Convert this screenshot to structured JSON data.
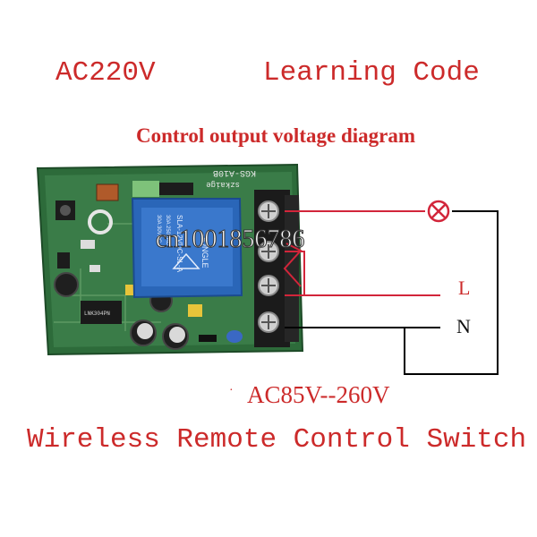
{
  "texts": {
    "voltage": "AC220V",
    "mode": "Learning Code",
    "subtitle": "Control output voltage diagram",
    "range": "AC85V--260V",
    "product": "Wireless Remote Control Switch",
    "dot": "·"
  },
  "board": {
    "model_label": "KGS-A10B",
    "maker_label": "szkaige",
    "relay_brand": "SONGLE",
    "relay_model": "SLA-12VDC-SL-A",
    "relay_rating_1": "30A 250VAC",
    "relay_rating_2": "30A 30VDC",
    "chip_label": "LNK304PN",
    "watermark": "cn1001856786"
  },
  "wiring": {
    "line_label": "L",
    "neutral_label": "N",
    "lamp_icon": "lamp-icon"
  },
  "colors": {
    "text_red": "#cc2a2a",
    "pcb_green": "#2d6b3a",
    "relay_blue": "#2a66b8",
    "terminal_black": "#1b1b1b",
    "wire_red": "#d2253a",
    "wire_black": "#000000"
  }
}
